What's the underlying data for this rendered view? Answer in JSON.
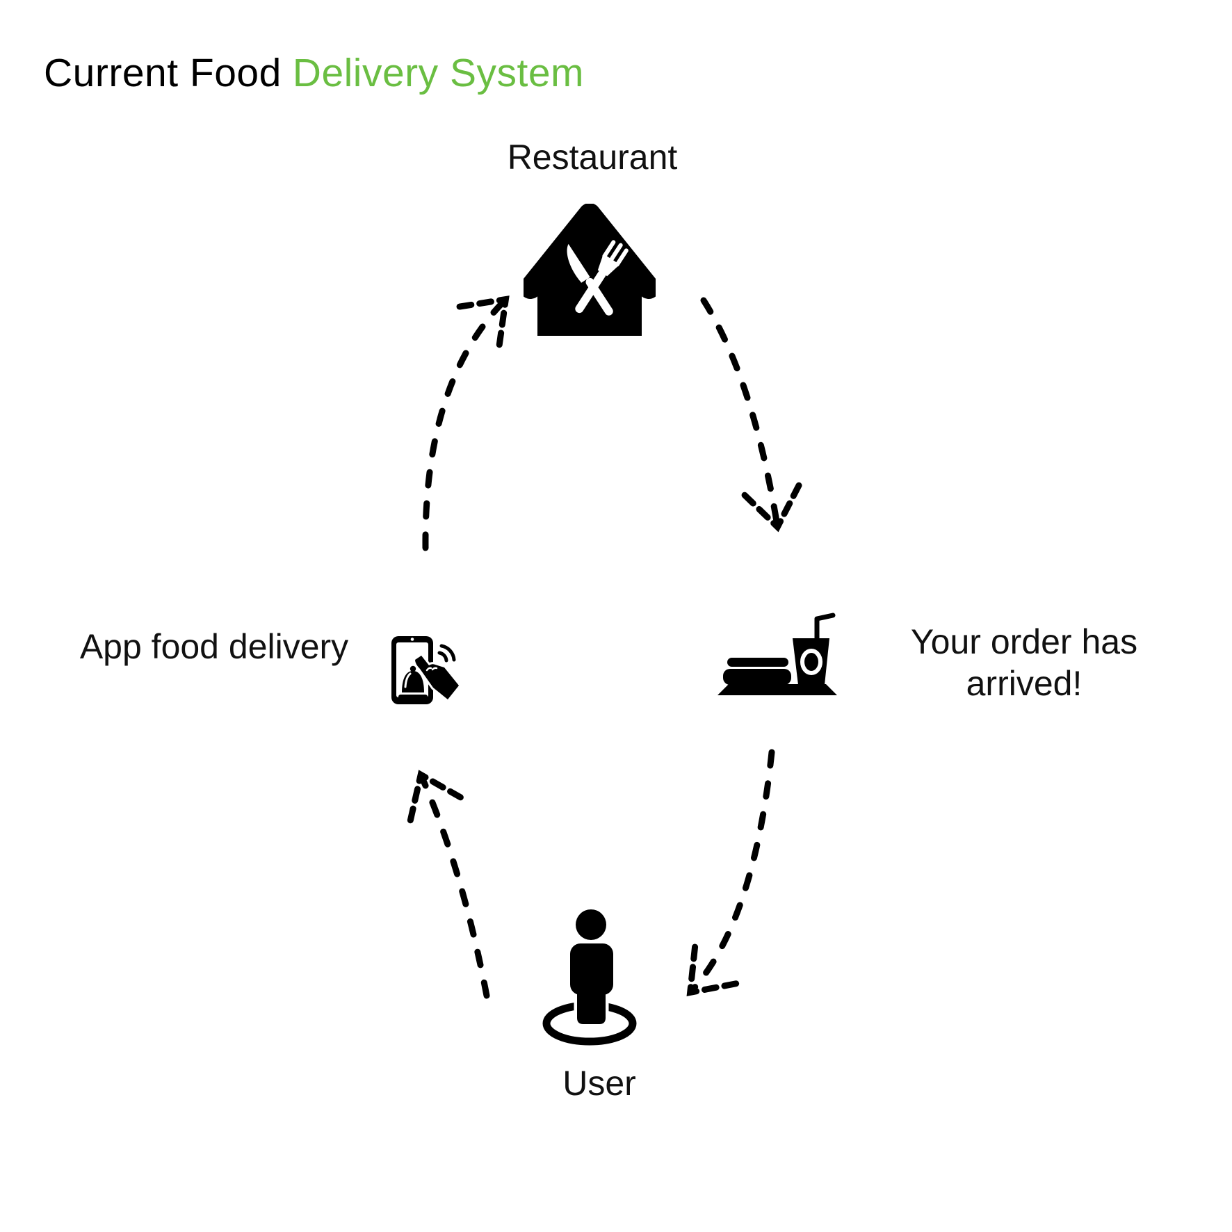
{
  "colors": {
    "accent_green": "#6abe42",
    "ink": "#000000",
    "background": "#ffffff"
  },
  "title": {
    "part1": "Current Food",
    "part2": "Delivery System"
  },
  "diagram": {
    "restaurant": {
      "label": "Restaurant"
    },
    "app": {
      "label": "App food delivery"
    },
    "delivery_arrival": {
      "label_line1": "Your order has",
      "label_line2": "arrived!"
    },
    "user": {
      "label": "User"
    }
  },
  "icons": {
    "restaurant": "house-with-crossed-knife-and-fork",
    "app": "smartphone-with-cloche-and-tapping-hand",
    "delivery_arrival": "tray-with-sandwich-and-drink",
    "user": "person-standing-in-location-ring"
  },
  "flow": [
    "app -> restaurant",
    "restaurant -> delivery_arrival",
    "delivery_arrival -> user",
    "user -> app"
  ]
}
